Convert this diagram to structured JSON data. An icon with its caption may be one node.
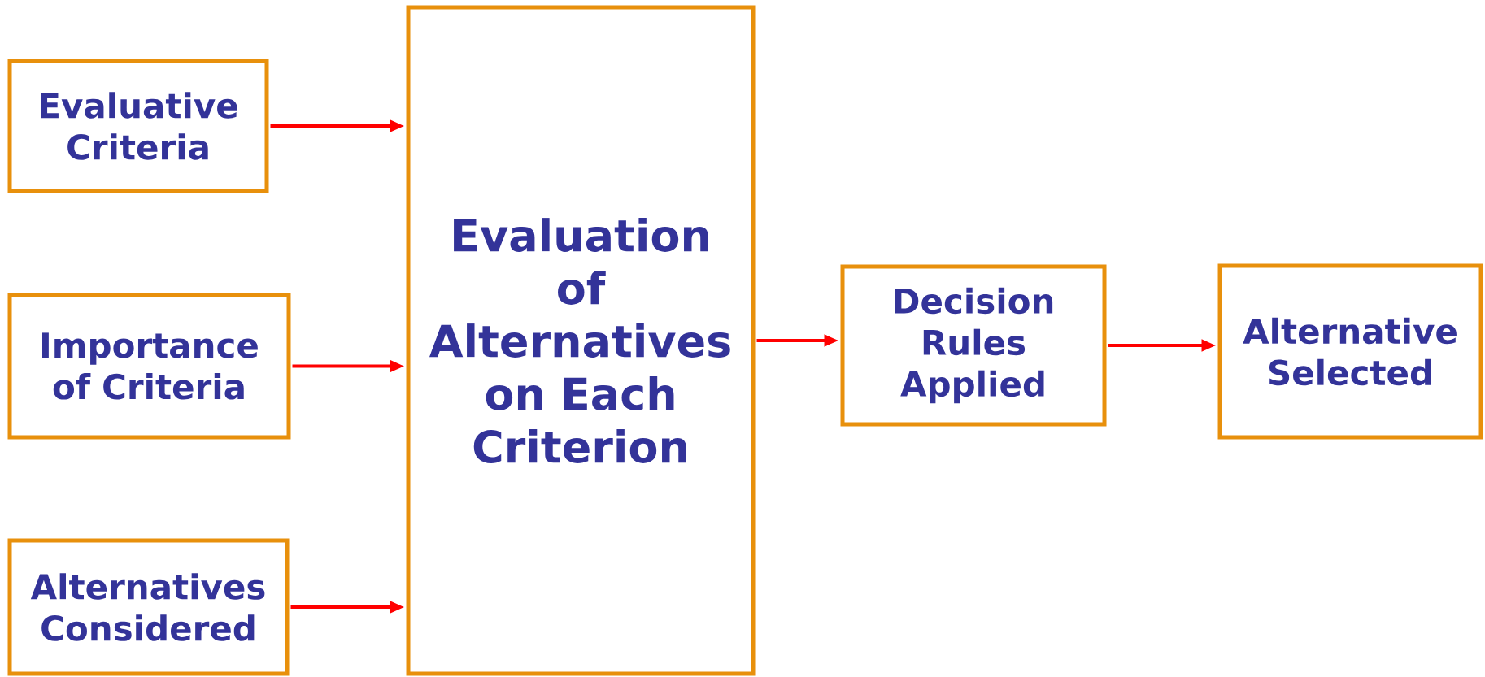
{
  "diagram": {
    "nodes": [
      {
        "text": [
          "Evaluative Criteria"
        ]
      },
      {
        "text": [
          "Importance of Criteria"
        ]
      },
      {
        "text": [
          "Alternatives Considered"
        ]
      },
      {
        "text": [
          "Evaluation of Alternatives on Each Criterion"
        ]
      },
      {
        "text": [
          "Decision Rules Applied"
        ]
      },
      {
        "text": [
          "Alternative Selected"
        ]
      }
    ],
    "edges": [
      {
        "from": 0,
        "to": 3,
        "arrow": "to"
      },
      {
        "from": 1,
        "to": 3,
        "arrow": "to"
      },
      {
        "from": 2,
        "to": 3,
        "arrow": "to"
      },
      {
        "from": 3,
        "to": 4,
        "arrow": "to"
      },
      {
        "from": 4,
        "to": 5,
        "arrow": "to"
      }
    ]
  }
}
